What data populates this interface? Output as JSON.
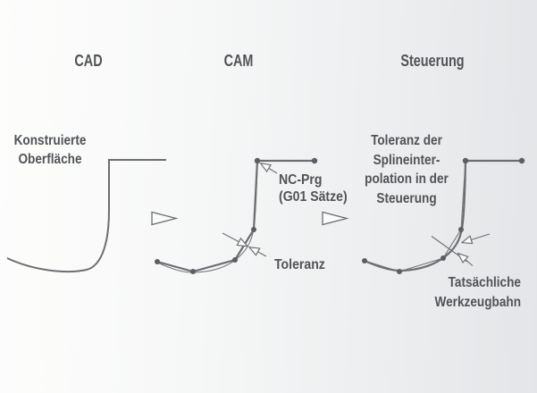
{
  "headers": {
    "cad": "CAD",
    "cam": "CAM",
    "steuerung": "Steuerung"
  },
  "labels": {
    "constructed_surface": [
      "Konstruierte",
      "Oberfläche"
    ],
    "nc_program": [
      "NC-Prg",
      "(G01 Sätze)"
    ],
    "tolerance": "Toleranz",
    "spline_tolerance": [
      "Toleranz der",
      "Splineinter-",
      "polation in der",
      "Steuerung"
    ],
    "actual_toolpath": [
      "Tatsächliche",
      "Werkzeugbahn"
    ]
  },
  "icons": {
    "flow_arrow_cad_cam": "right-pointing outlined triangle",
    "flow_arrow_cam_steuerung": "right-pointing outlined triangle",
    "tolerance_arrows": "opposing white-tipped measurement arrows"
  },
  "colors": {
    "line": "#6c6e71",
    "thin_line": "#77797c",
    "dot": "#5c5e61",
    "text": "#515356",
    "background_left": "#fdfdfc",
    "background_right": "#e3e5e8",
    "arrowhead_fill": "#fbfbfb"
  }
}
